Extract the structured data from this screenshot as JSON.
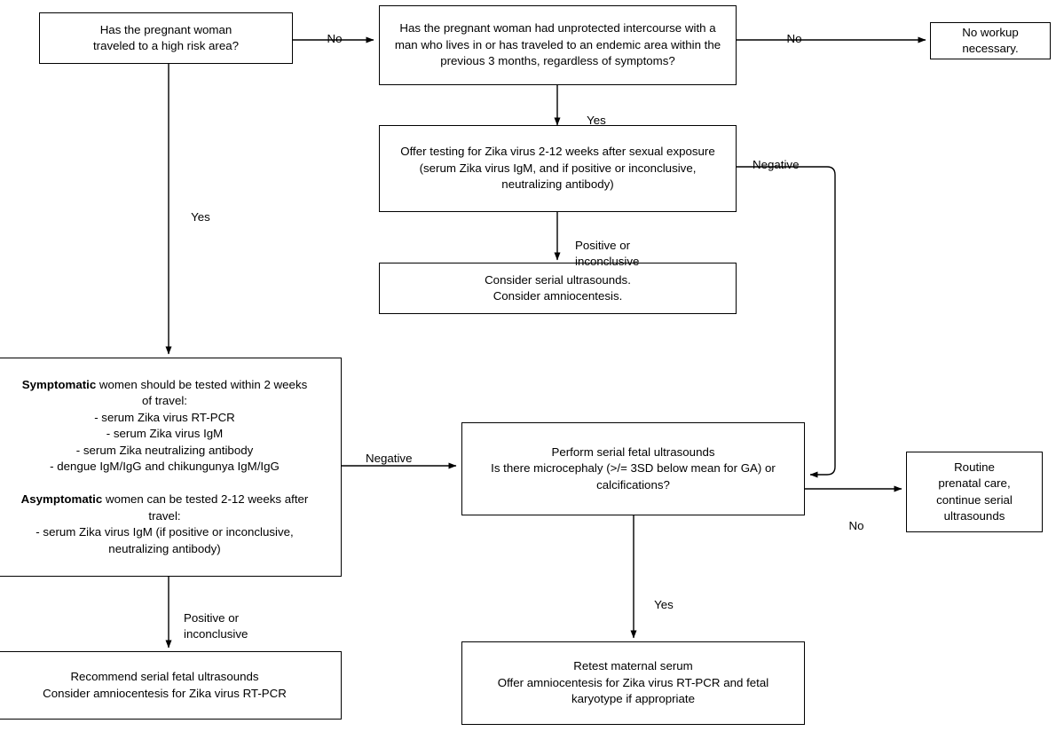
{
  "diagram": {
    "title": "Zika virus evaluation algorithm for pregnant women",
    "nodes": {
      "travel_question": "Has the pregnant woman\ntraveled to a high risk area?",
      "sexual_exposure_question": "Has the pregnant woman had unprotected intercourse with a\nman who lives in or has traveled to an endemic area within the\nprevious 3 months, regardless of symptoms?",
      "no_workup": "No workup necessary.",
      "offer_testing": "Offer testing for Zika virus 2-12 weeks after sexual exposure\n(serum Zika virus IgM, and if positive or inconclusive,\nneutralizing antibody)",
      "consider_serial": "Consider serial ultrasounds.\nConsider amniocentesis.",
      "testing_panel": {
        "symptomatic_lead": "Symptomatic",
        "symptomatic_rest": " women should be tested within 2 weeks",
        "symptomatic_line2": "of travel:",
        "symptomatic_items": [
          "- serum Zika virus RT-PCR",
          "- serum Zika virus IgM",
          "- serum Zika neutralizing antibody",
          "- dengue IgM/IgG and chikungunya IgM/IgG"
        ],
        "asymptomatic_lead": "Asymptomatic",
        "asymptomatic_rest": " women can be tested 2-12 weeks after",
        "asymptomatic_line2": "travel:",
        "asymptomatic_items": [
          "- serum Zika virus IgM (if positive or inconclusive,",
          "neutralizing antibody)"
        ]
      },
      "perform_serial": "Perform serial fetal ultrasounds\nIs there microcephaly (>/= 3SD below mean for GA) or\ncalcifications?",
      "routine_prenatal": "Routine\nprenatal care,\ncontinue serial\nultrasounds",
      "recommend_serial": "Recommend serial fetal ultrasounds\nConsider amniocentesis for Zika virus RT-PCR",
      "retest_serum": "Retest maternal serum\nOffer amniocentesis for Zika virus RT-PCR and fetal\nkaryotype if appropriate"
    },
    "edge_labels": {
      "no_top": "No",
      "no_to_no_workup": "No",
      "yes_to_offer_testing": "Yes",
      "negative_from_offer_testing": "Negative",
      "positive_or_inconclusive_top": "Positive or\ninconclusive",
      "yes_left_branch": "Yes",
      "negative_left_to_serial": "Negative",
      "positive_or_inconclusive_bottom": "Positive or\ninconclusive",
      "no_to_routine": "No",
      "yes_to_retest": "Yes"
    },
    "colors": {
      "stroke": "#000000",
      "fill": "#ffffff",
      "text": "#000000"
    }
  }
}
